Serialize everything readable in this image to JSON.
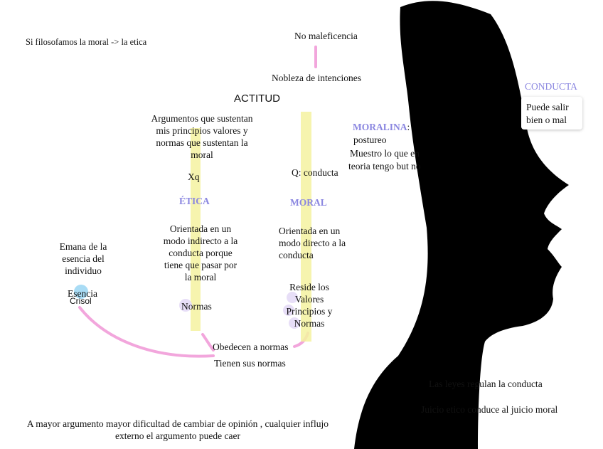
{
  "top_left_note": "Si filosofamos la moral -> la etica",
  "no_maleficencia": "No maleficencia",
  "nobleza": "Nobleza de intenciones",
  "actitud": "ACTITUD",
  "etica_block": {
    "argumentos": [
      "Argumentos que sustentan",
      "mis  principios valores y",
      "normas que sustentan la",
      "moral"
    ],
    "xq": "Xq",
    "label": "ÉTICA",
    "orientada": [
      "Orientada en un",
      "modo indirecto a la",
      "conducta porque",
      "tiene que pasar por",
      "la moral"
    ],
    "normas": "Normas"
  },
  "moral_block": {
    "q": "Q: conducta",
    "label": "MORAL",
    "orientada": [
      "Orientada en un",
      "modo directo a la",
      "conducta"
    ],
    "reside": [
      "Reside los",
      "Valores",
      "Principios y",
      "Normas"
    ]
  },
  "moralina": {
    "label": "MORALINA",
    "colon": ":",
    "lines": [
      "postureo",
      "Muestro lo que en",
      "teoria tengo but no"
    ]
  },
  "conducta": {
    "label": "CONDUCTA",
    "card": [
      "Puede salir",
      "bien o mal"
    ]
  },
  "emana": [
    "Emana de la",
    "esencia del",
    "individuo"
  ],
  "esencia": "Esencia",
  "crisol": "Crisol",
  "obedecen": "Obedecen a normas",
  "tienen": "Tienen sus normas",
  "leyes": "Las leyes regulan la conducta",
  "juicio": "Juicio etico  conduce  al juicio moral",
  "bottom_note": [
    "A mayor argumento mayor dificultad de cambiar de opinión , cualquier influjo",
    "externo el argumento puede caer"
  ],
  "colors": {
    "accent_blue": "#8a86e0",
    "highlight_yellow": "#f4f2a0",
    "pink": "#f2a6dc",
    "silhouette": "#000000",
    "dot_blue": "#a9dcf5",
    "dot_lavender": "#e7def7"
  }
}
